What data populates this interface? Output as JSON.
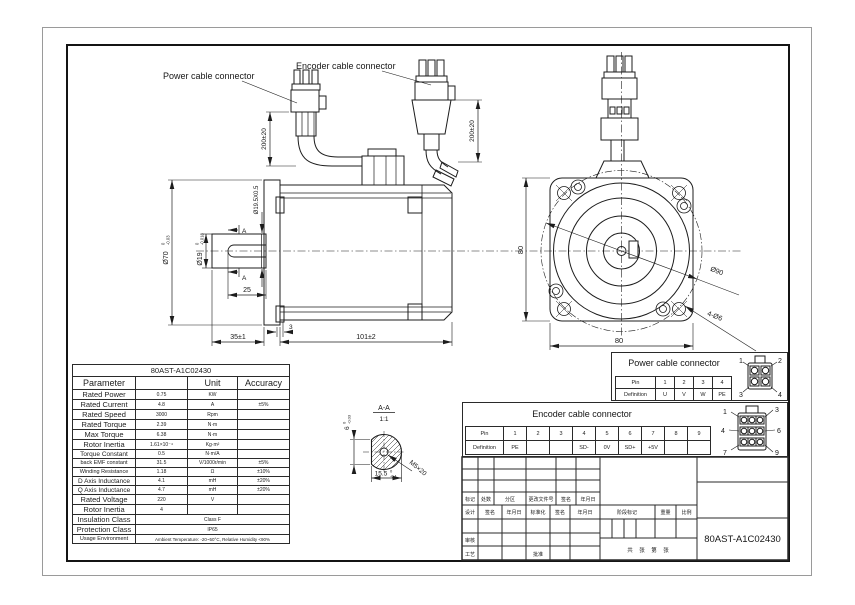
{
  "labels": {
    "power_connector": "Power cable connector",
    "encoder_connector": "Encoder cable connector"
  },
  "side_view": {
    "dim_power_cable": "200±20",
    "dim_encoder_cable": "200±20",
    "dim_groove": "Ø19.5X0.5",
    "dim_flange_dia": "Ø70",
    "dim_flange_tol_upper": "0",
    "dim_flange_tol_lower": "-0.03",
    "dim_shaft_dia": "Ø19",
    "dim_shaft_tol_upper": "0",
    "dim_shaft_tol_lower": "-0.018",
    "dim_key_length": "25",
    "dim_shaft_length": "35±1",
    "dim_step": "3",
    "dim_body_length": "101±2",
    "datum_top": "A",
    "datum_bottom": "A"
  },
  "front_view": {
    "dim_height": "80",
    "dim_width": "80",
    "dim_bolt_circle": "Ø90",
    "dim_holes": "4-Ø6"
  },
  "section_view": {
    "label": "A-A",
    "scale": "1:1",
    "dim_key_width": "6",
    "key_tol_upper": "0",
    "key_tol_lower": "-0.03",
    "dim_across_flat": "15.5",
    "flat_tol_upper": "0",
    "flat_tol_lower": "-0.1",
    "thread": "M5×20"
  },
  "param_table": {
    "title": "80AST-A1C02430",
    "col_parameter": "Parameter",
    "col_unit": "Unit",
    "col_accuracy": "Accuracy",
    "rows": [
      {
        "name": "Rated Power",
        "value": "0.75",
        "unit": "KW",
        "acc": ""
      },
      {
        "name": "Rated Current",
        "value": "4.8",
        "unit": "A",
        "acc": "±5%"
      },
      {
        "name": "Rated Speed",
        "value": "3000",
        "unit": "Rpm",
        "acc": ""
      },
      {
        "name": "Rated Torque",
        "value": "2.39",
        "unit": "N·m",
        "acc": ""
      },
      {
        "name": "Max Torque",
        "value": "6.38",
        "unit": "N·m",
        "acc": ""
      },
      {
        "name": "Rotor Inertia",
        "value": "1.61×10⁻⁴",
        "unit": "Kg·m²",
        "acc": ""
      },
      {
        "name": "Torque Constant",
        "value": "0.5",
        "unit": "N·m/A",
        "acc": ""
      },
      {
        "name": "back EMF constant",
        "value": "31.5",
        "unit": "V/1000r/min",
        "acc": "±5%"
      },
      {
        "name": "Winding Resistance",
        "value": "1.18",
        "unit": "Ω",
        "acc": "±10%"
      },
      {
        "name": "D Axis Inductance",
        "value": "4.1",
        "unit": "mH",
        "acc": "±20%"
      },
      {
        "name": "Q Axis Inductance",
        "value": "4.7",
        "unit": "mH",
        "acc": "±20%"
      },
      {
        "name": "Rated Voltage",
        "value": "220",
        "unit": "V",
        "acc": ""
      },
      {
        "name": "Rotor Inertia",
        "value": "4",
        "unit": "",
        "acc": ""
      },
      {
        "name": "Insulation Class",
        "value": "Class F"
      },
      {
        "name": "Protection Class",
        "value": "IP65"
      },
      {
        "name": "Usage Environment",
        "value": "Ambient Temperature: -20~50°C, Relative Humidity <90%"
      }
    ]
  },
  "power_table": {
    "title": "Power cable connector",
    "pin_label": "Pin",
    "def_label": "Definition",
    "pins": [
      "1",
      "2",
      "3",
      "4"
    ],
    "defs": [
      "U",
      "V",
      "W",
      "PE"
    ],
    "icon_pins": [
      "1",
      "2",
      "3",
      "4"
    ]
  },
  "encoder_table": {
    "title": "Encoder cable connector",
    "pin_label": "Pin",
    "def_label": "Definition",
    "pins": [
      "1",
      "2",
      "3",
      "4",
      "5",
      "6",
      "7",
      "8",
      "9"
    ],
    "defs": [
      "PE",
      "",
      "",
      "SD-",
      "0V",
      "SD+",
      "+5V",
      "",
      ""
    ],
    "icon_pins": [
      "1",
      "3",
      "4",
      "6",
      "7",
      "9"
    ]
  },
  "title_block": {
    "mark": "标记",
    "count": "处数",
    "zone": "分区",
    "change_doc": "更改文件号",
    "sign1": "签名",
    "date1": "年月日",
    "design": "设计",
    "sign2": "签名",
    "date2": "年月日",
    "standard": "标准化",
    "sign3": "签名",
    "date3": "年月日",
    "stage_mark": "阶段标记",
    "weight": "重量",
    "scale": "比例",
    "check": "审核",
    "process": "工艺",
    "approve": "批准",
    "sheet_text": "共 张 第 张",
    "part_no": "80AST-A1C02430"
  }
}
